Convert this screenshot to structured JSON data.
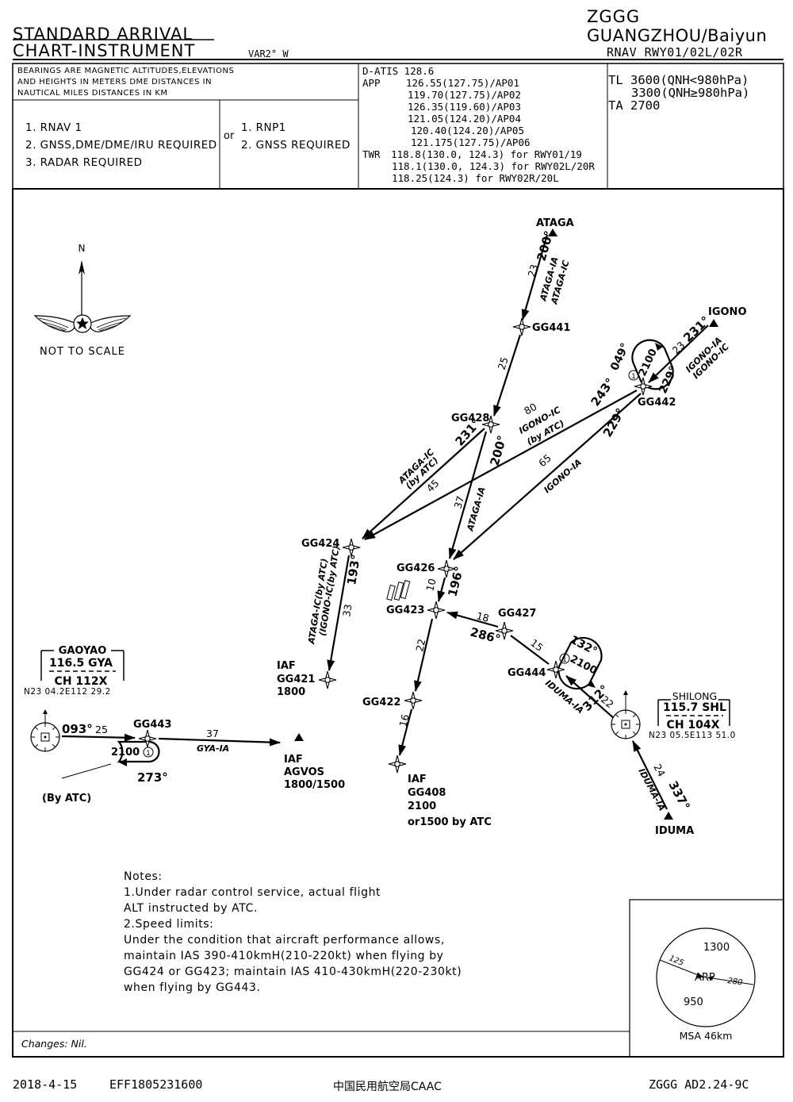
{
  "header": {
    "title_line1": "STANDARD ARRIVAL",
    "title_line2": "CHART-INSTRUMENT",
    "variation": "VAR2° W",
    "icao": "ZGGG",
    "airport": "GUANGZHOU/Baiyun",
    "procedure": "RNAV RWY01/02L/02R"
  },
  "info": {
    "bearings_note": [
      "BEARINGS ARE MAGNETIC ALTITUDES,ELEVATIONS",
      "AND HEIGHTS IN METERS DME DISTANCES IN",
      "NAUTICAL MILES DISTANCES IN KM"
    ],
    "nav_left": [
      "1. RNAV 1",
      "2. GNSS,DME/DME/IRU REQUIRED",
      "3. RADAR REQUIRED"
    ],
    "or_label": "or",
    "nav_right": [
      "1. RNP1",
      "2. GNSS REQUIRED"
    ],
    "atis": "D-ATIS 128.6",
    "app_label": "APP",
    "app_freqs": [
      "126.55(127.75)/AP01",
      "119.70(127.75)/AP02",
      "126.35(119.60)/AP03",
      "121.05(124.20)/AP04",
      "120.40(124.20)/AP05",
      "121.175(127.75)/AP06"
    ],
    "twr_label": "TWR",
    "twr_freqs": [
      "118.8(130.0, 124.3) for RWY01/19",
      "118.1(130.0, 124.3) for RWY02L/20R",
      "118.25(124.3) for RWY02R/20L"
    ],
    "tl_label": "TL",
    "tl_lines": [
      "3600(QNH<980hPa)",
      "3300(QNH≥980hPa)"
    ],
    "ta": "TA 2700"
  },
  "compass": {
    "north": "N",
    "not_to_scale": "NOT TO SCALE",
    "icon": "star-wings-emblem-icon"
  },
  "waypoints": {
    "ataga": "ATAGA",
    "igono": "IGONO",
    "gg441": "GG441",
    "gg442": "GG442",
    "gg428": "GG428",
    "gg424": "GG424",
    "gg426": "GG426",
    "gg423": "GG423",
    "gg427": "GG427",
    "gg444": "GG444",
    "gg422": "GG422",
    "gg443": "GG443",
    "iduma": "IDUMA",
    "gg421_lines": [
      "IAF",
      "GG421",
      "1800"
    ],
    "agvos_lines": [
      "IAF",
      "AGVOS",
      "1800/1500"
    ],
    "gg408_lines": [
      "IAF",
      "GG408",
      "2100",
      "or1500 by ATC"
    ],
    "by_atc": "(By ATC)"
  },
  "navaids": {
    "gaoyao": {
      "name": "GAOYAO",
      "freq": "116.5 GYA",
      "ch": "CH 112X",
      "coords": "N23 04.2E112 29.2"
    },
    "shilong": {
      "name": "SHILONG",
      "freq": "115.7 SHL",
      "ch": "CH 104X",
      "coords": "N23 05.5E113 51.0"
    }
  },
  "routes": {
    "ataga_dist": "23",
    "ataga_brg": "200°",
    "ataga_names": [
      "ATAGA-IA",
      "ATAGA-IC"
    ],
    "gg441_gg428_dist": "25",
    "igono_dist": "23",
    "igono_brg": "231°",
    "igono_names": [
      "IGONO-IA",
      "IGONO-IC"
    ],
    "hold_gg442": {
      "out": "049°",
      "in": "229°",
      "alt": "2100",
      "time": "1"
    },
    "gg442_243": "243°",
    "gg442_229": "229°",
    "igono_ic_dist": "80",
    "igono_ic_name": [
      "IGONO-IC",
      "(by ATC)"
    ],
    "igono_ia_dist": "65",
    "igono_ia_name": "IGONO-IA",
    "gg428_231": "231°",
    "gg428_200": "200°",
    "ataga_ic_name": [
      "ATAGA-IC",
      "(by ATC)"
    ],
    "ataga_ic_dist": "45",
    "ataga_ia_dist": "37",
    "ataga_ia_name": "ATAGA-IA",
    "gg424_names": [
      "ATAGA-IC(by ATC)",
      "(IGONO-IC(by ATC)"
    ],
    "gg424_brg": "193°",
    "gg424_dist": "33",
    "gg426_dist": "10",
    "gg426_brg": "196°",
    "gg427_dist": "18",
    "gg427_brg": "286°",
    "gg444_dist": "15",
    "hold_gg444": {
      "out": "132°",
      "in": "312°",
      "alt": "2100",
      "time": "1"
    },
    "shl_gg444_dist": "22",
    "iduma_ia_name": "IDUMA-IA",
    "iduma_dist": "24",
    "iduma_brg": "337°",
    "iduma_name": "IDUMA-IA",
    "gg423_gg422_dist": "22",
    "gg422_gg408_dist": "16",
    "gya_brg": "093°",
    "gya_dist": "25",
    "hold_gg443": {
      "alt": "2100",
      "in": "273°",
      "time": "1"
    },
    "gya_ia_dist": "37",
    "gya_ia_name": "GYA-IA"
  },
  "notes": {
    "heading": "Notes:",
    "lines": [
      "1.Under radar control service, actual flight",
      "ALT instructed by ATC.",
      "2.Speed limits:",
      "Under the condition that aircraft performance allows,",
      "maintain IAS 390-410kmH(210-220kt) when flying by",
      "GG424 or GG423; maintain IAS 410-430kmH(220-230kt)",
      "when flying by GG443."
    ]
  },
  "msa": {
    "north_alt": "1300",
    "south_alt": "950",
    "center": "ARP",
    "brg_a": "125",
    "brg_b": "280",
    "label": "MSA 46km"
  },
  "changes": "Changes: Nil.",
  "footer": {
    "date": "2018-4-15",
    "eff": "EFF1805231600",
    "authority": "中国民用航空局CAAC",
    "page": "ZGGG AD2.24-9C"
  }
}
